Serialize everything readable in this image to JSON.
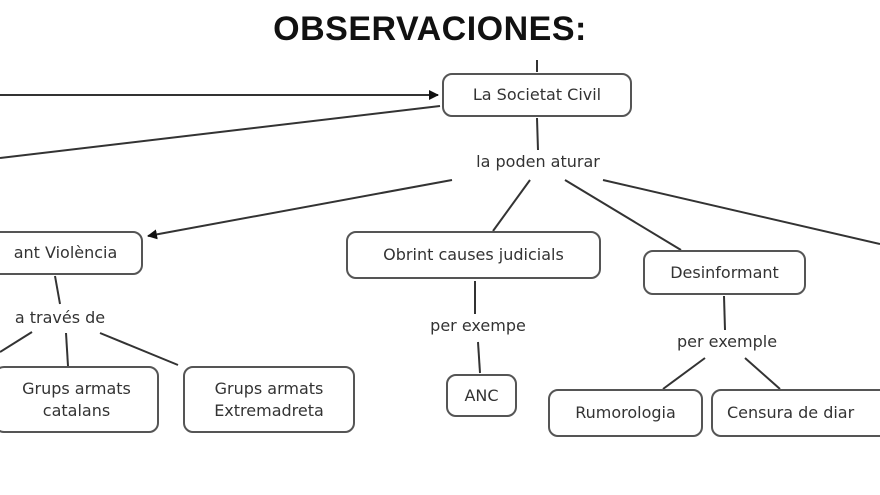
{
  "title": "OBSERVACIONES:",
  "nodes": {
    "societat": "La Societat Civil",
    "violencia": "ant Violència",
    "judicials": "Obrint causes judicials",
    "desinformant": "Desinformant",
    "grups_catalans_1": "Grups armats",
    "grups_catalans_2": "catalans",
    "grups_extrema_1": "Grups armats",
    "grups_extrema_2": "Extremadreta",
    "anc": "ANC",
    "rumorologia": "Rumorologia",
    "censura": "Censura de diar"
  },
  "links": {
    "poden_aturar": "la poden aturar",
    "a_traves_de": "a través de",
    "per_exempe": "per exempe",
    "per_exemple": "per exemple"
  }
}
